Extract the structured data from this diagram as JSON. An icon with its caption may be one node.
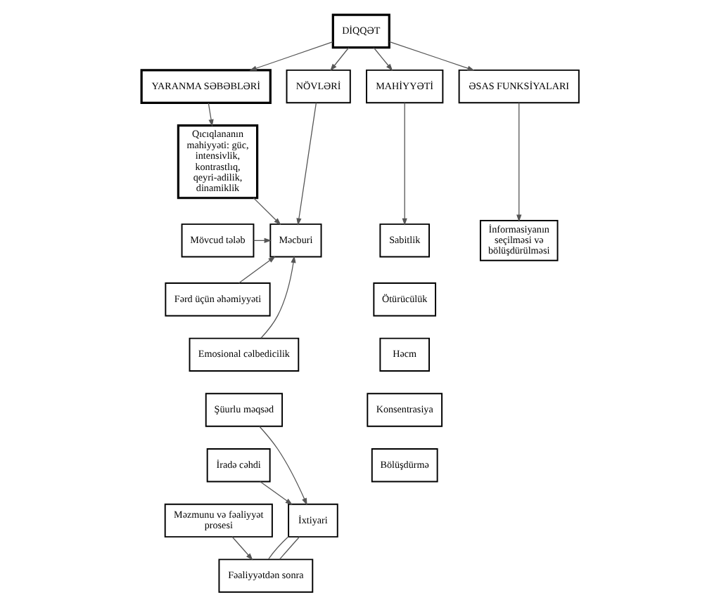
{
  "diagram": {
    "nodes": [
      {
        "text": [
          "DİQQƏT"
        ]
      },
      {
        "text": [
          "YARANMA SƏBƏBLƏRİ"
        ]
      },
      {
        "text": [
          "NÖVLƏRİ"
        ]
      },
      {
        "text": [
          "MAHİYYƏTİ"
        ]
      },
      {
        "text": [
          "ƏSAS FUNKSİYALARI"
        ]
      },
      {
        "text": [
          "Qıcıqlananın mahiyyəti: güc, intensivlik, kontrastlıq, qeyri-adilik, dinamiklik"
        ]
      },
      {
        "text": [
          "Mövcud tələb"
        ]
      },
      {
        "text": [
          "Fərd üçün əhəmiyyəti"
        ]
      },
      {
        "text": [
          "Emosional cəlbedicilik"
        ]
      },
      {
        "text": [
          "Şüurlu məqsəd"
        ]
      },
      {
        "text": [
          "İradə cəhdi"
        ]
      },
      {
        "text": [
          "Məzmunu və fəaliyyət prosesi"
        ]
      },
      {
        "text": [
          "Məcburi"
        ]
      },
      {
        "text": [
          "İxtiyari"
        ]
      },
      {
        "text": [
          "Fəaliyyətdən sonra"
        ]
      },
      {
        "text": [
          "Sabitlik"
        ]
      },
      {
        "text": [
          "Ötürücülük"
        ]
      },
      {
        "text": [
          "Həcm"
        ]
      },
      {
        "text": [
          "Konsentrasiya"
        ]
      },
      {
        "text": [
          "Bölüşdürmə"
        ]
      },
      {
        "text": [
          "İnformasiyanın seçilməsi və bölüşdürülməsi"
        ]
      }
    ],
    "edges": [
      {
        "from": 0,
        "to": 1,
        "arrow": "to"
      },
      {
        "from": 0,
        "to": 2,
        "arrow": "to"
      },
      {
        "from": 0,
        "to": 3,
        "arrow": "to"
      },
      {
        "from": 0,
        "to": 4,
        "arrow": "to"
      },
      {
        "from": 1,
        "to": 5,
        "arrow": "to"
      },
      {
        "from": 2,
        "to": 12,
        "arrow": "to"
      },
      {
        "from": 3,
        "to": 15,
        "arrow": "to"
      },
      {
        "from": 4,
        "to": 20,
        "arrow": "to"
      },
      {
        "from": 5,
        "to": 12,
        "arrow": "to"
      },
      {
        "from": 6,
        "to": 12,
        "arrow": "to"
      },
      {
        "from": 7,
        "to": 12,
        "arrow": "to"
      },
      {
        "from": 8,
        "to": 12,
        "arrow": "to"
      },
      {
        "from": 9,
        "to": 13,
        "arrow": "to"
      },
      {
        "from": 10,
        "to": 13,
        "arrow": "to"
      },
      {
        "from": 11,
        "to": 14,
        "arrow": "to"
      },
      {
        "from": 13,
        "to": 14,
        "arrow": "none"
      },
      {
        "from": 13,
        "to": 14,
        "arrow": "none"
      }
    ]
  }
}
